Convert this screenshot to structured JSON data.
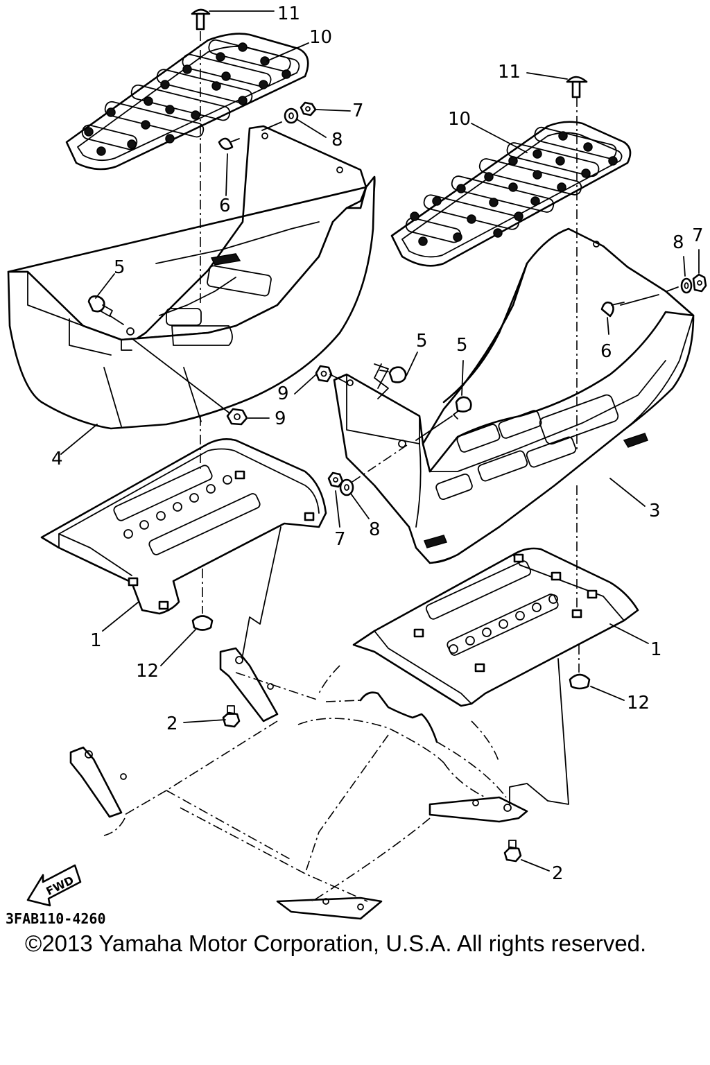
{
  "diagram": {
    "part_code": "3FAB110-4260",
    "fwd_label": "FWD",
    "copyright": "©2013 Yamaha Motor Corporation, U.S.A. All rights reserved.",
    "callouts": {
      "c11a": "11",
      "c10a": "10",
      "c7a": "7",
      "c8a": "8",
      "c6a": "6",
      "c5a": "5",
      "c9a": "9",
      "c4": "4",
      "c1a": "1",
      "c12a": "12",
      "c2a": "2",
      "c11b": "11",
      "c10b": "10",
      "c8b": "8",
      "c7b": "7",
      "c6b": "6",
      "c5b": "5",
      "c5c": "5",
      "c9b": "9",
      "c3": "3",
      "c7c": "7",
      "c8c": "8",
      "c1b": "1",
      "c12b": "12",
      "c2b": "2"
    }
  }
}
